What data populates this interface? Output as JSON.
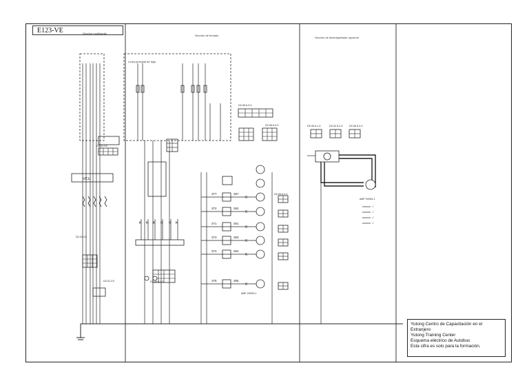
{
  "diagram": {
    "model_code": "E123-VE",
    "sections": {
      "left": "Sección multimedia",
      "middle": "Sección de frenado",
      "right": "Sección de desempañador opcional"
    },
    "controller": "VCU",
    "mid_header": "Línea principal de bajo",
    "codes": [
      "DZ-01-XX",
      "DZ-01-XX",
      "DZ-01-XX",
      "DZ-06 6-3-3",
      "DZ-06 6-3-3",
      "DZ-06 6-3-3",
      "DZ-02 6-1-3",
      "DZ-06 6-1-3",
      "AMP 2X093-1",
      "DZ-06 6-3-3",
      "DZ-06 6-3-3"
    ],
    "numbers": [
      "377",
      "372",
      "371",
      "373",
      "374",
      "376",
      "367",
      "362",
      "361",
      "363",
      "364",
      "365"
    ]
  },
  "info": {
    "line1": "Yutong Centro de Capacitación en el",
    "line2": "Extranjero",
    "line3": "Yutong Training Center",
    "line4": "Esquema eléctrico de Autobus",
    "line5": "Esta cifra es solo para la formación."
  }
}
